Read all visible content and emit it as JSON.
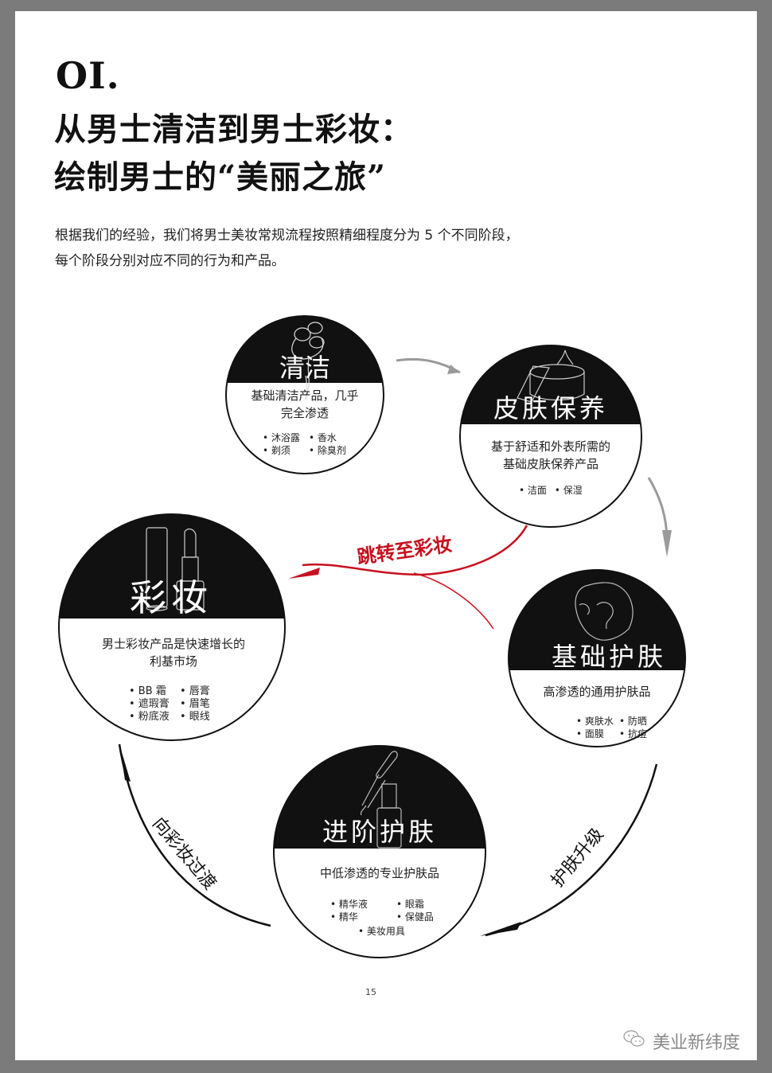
{
  "header": {
    "section_number": "OI.",
    "title_line1": "从男士清洁到男士彩妆：",
    "title_line2": "绘制男士的“美丽之旅”"
  },
  "intro": {
    "line1": "根据我们的经验，我们将男士美妆常规流程按照精细程度分为 5 个不同阶段，",
    "line2": "每个阶段分别对应不同的行为和产品。"
  },
  "stages": [
    {
      "title": "清洁",
      "icon": "shaver-icon",
      "description_line1": "基础清洁产品，几乎",
      "description_line2": "完全渗透",
      "bullets": [
        "• 沐浴露",
        "• 剃须",
        "• 香水",
        "• 除臭剂"
      ]
    },
    {
      "title": "皮肤保养",
      "icon": "cream-jar-icon",
      "description_line1": "基于舒适和外表所需的",
      "description_line2": "基础皮肤保养产品",
      "bullets": [
        "• 洁面",
        "• 保湿"
      ]
    },
    {
      "title": "基础护肤",
      "icon": "face-mask-icon",
      "description_line1": "高渗透的通用护肤品",
      "bullets": [
        "• 爽肤水",
        "• 面膜",
        "• 防晒",
        "• 抗痘"
      ]
    },
    {
      "title": "进阶护肤",
      "icon": "dropper-bottle-icon",
      "description_line1": "中低渗透的专业护肤品",
      "bullets": [
        "• 精华液",
        "• 精华",
        "• 眼霜",
        "• 保健品",
        "• 美妆用具"
      ]
    },
    {
      "title": "彩妆",
      "icon": "lipstick-icon",
      "description_line1": "男士彩妆产品是快速增长的",
      "description_line2": "利基市场",
      "bullets": [
        "• BB 霜",
        "• 遮瑕膏",
        "• 粉底液",
        "• 唇膏",
        "• 眉笔",
        "• 眼线"
      ]
    }
  ],
  "arrows": {
    "skip_to_makeup": "跳转至彩妆",
    "skincare_upgrade": "护肤升级",
    "transition_to_makeup": "向彩妆过渡"
  },
  "colors": {
    "accent_red": "#c8101e",
    "circle_black": "#111111",
    "arrow_gray": "#9a9a9a"
  },
  "footer": {
    "page_number": "15",
    "watermark": "美业新纬度"
  }
}
